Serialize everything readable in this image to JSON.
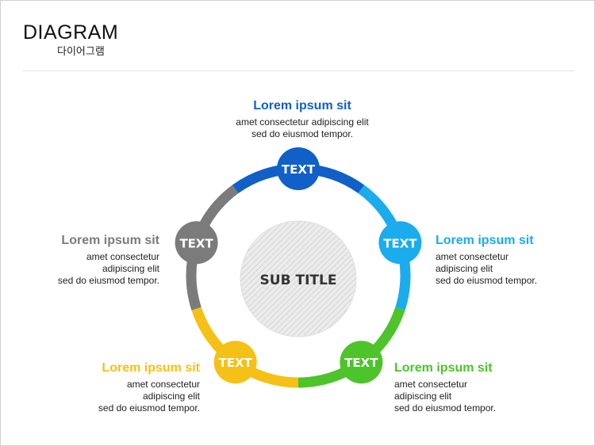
{
  "header": {
    "title": "DIAGRAM",
    "subtitle": "다이어그램"
  },
  "center": {
    "label": "SUB TITLE"
  },
  "nodes": [
    {
      "label": "TEXT",
      "color": "#1060c8",
      "heading": "Lorem ipsum sit",
      "line1": "amet consectetur adipiscing elit",
      "line2": "sed do eiusmod tempor."
    },
    {
      "label": "TEXT",
      "color": "#1aacec",
      "heading": "Lorem ipsum sit",
      "line1": "amet consectetur",
      "line2": "adipiscing elit",
      "line3": "sed do eiusmod tempor."
    },
    {
      "label": "TEXT",
      "color": "#4cc42a",
      "heading": "Lorem ipsum sit",
      "line1": "amet consectetur",
      "line2": "adipiscing elit",
      "line3": "sed do eiusmod tempor."
    },
    {
      "label": "TEXT",
      "color": "#f5c116",
      "heading": "Lorem ipsum sit",
      "line1": "amet consectetur",
      "line2": "adipiscing elit",
      "line3": "sed do eiusmod tempor."
    },
    {
      "label": "TEXT",
      "color": "#7b7b7b",
      "heading": "Lorem ipsum sit",
      "line1": "amet consectetur",
      "line2": "adipiscing elit",
      "line3": "sed do eiusmod tempor."
    }
  ]
}
